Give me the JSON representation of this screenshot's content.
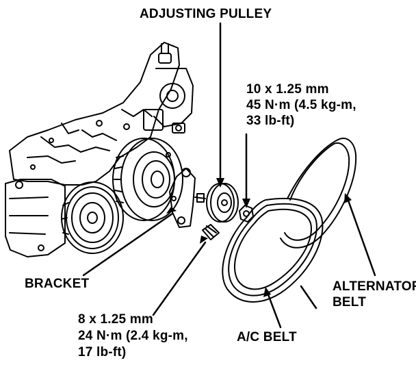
{
  "labels": {
    "adjusting_pulley": "ADJUSTING PULLEY",
    "nut_spec": {
      "line1": "10 x 1.25 mm",
      "line2": "45 N·m (4.5 kg-m,",
      "line3": "33 lb-ft)"
    },
    "bracket": "BRACKET",
    "alternator_belt": {
      "line1": "ALTERNATOR",
      "line2": "BELT"
    },
    "bolt_spec": {
      "line1": "8 x 1.25 mm",
      "line2": "24 N·m (2.4 kg-m,",
      "line3": "17 lb-ft)"
    },
    "ac_belt": "A/C BELT"
  }
}
